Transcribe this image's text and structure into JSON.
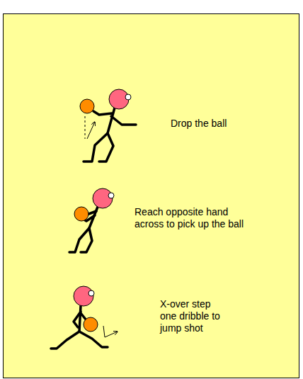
{
  "diagram": {
    "labels": [
      "Drop the ball",
      "Reach opposite hand across to pick up the ball",
      "X-over step one dribble to jump shot"
    ]
  }
}
